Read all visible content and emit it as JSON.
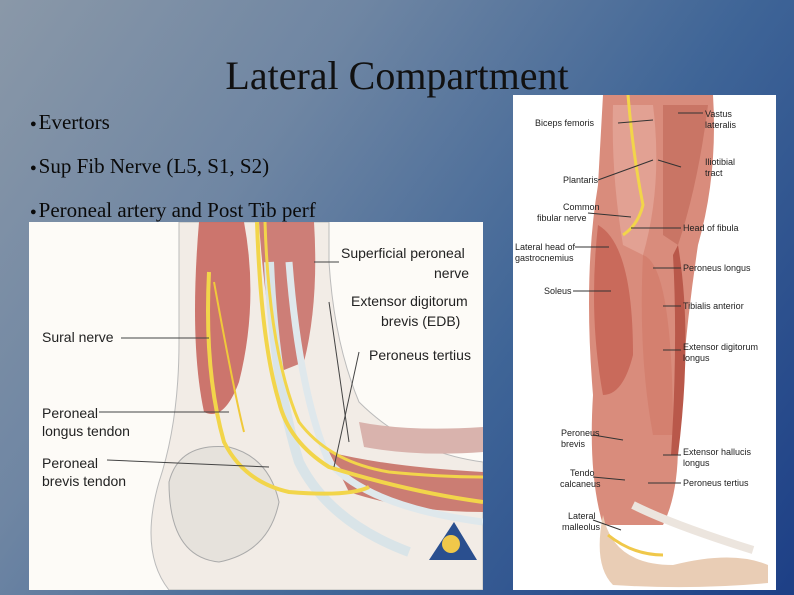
{
  "slide": {
    "title": "Lateral Compartment",
    "bullets": [
      "Evertors",
      "Sup Fib Nerve (L5, S1, S2)",
      "Peroneal artery and Post Tib perf"
    ],
    "bullet_glyph": "●"
  },
  "left_figure": {
    "labels": {
      "superficial_peroneal": [
        "Superficial peroneal",
        "nerve"
      ],
      "edb": [
        "Extensor digitorum",
        "brevis (EDB)"
      ],
      "peroneus_tertius": "Peroneus tertius",
      "sural_nerve": "Sural nerve",
      "peroneal_longus": [
        "Peroneal",
        "longus tendon"
      ],
      "peroneal_brevis": [
        "Peroneal",
        "brevis tendon"
      ]
    },
    "colors": {
      "nerve": "#f2d54a",
      "muscle": "#c8685f",
      "tendon": "#d9e4e8"
    }
  },
  "right_figure": {
    "labels": {
      "biceps_femoris": "Biceps femoris",
      "plantaris": "Plantaris",
      "common_fibular": [
        "Common",
        "fibular nerve"
      ],
      "lateral_head": [
        "Lateral head of",
        "gastrocnemius"
      ],
      "soleus": "Soleus",
      "peroneus_brevis": [
        "Peroneus",
        "brevis"
      ],
      "tendo_calcaneus": [
        "Tendo",
        "calcaneus"
      ],
      "lateral_malleolus": [
        "Lateral",
        "malleolus"
      ],
      "vastus_lateralis": [
        "Vastus",
        "lateralis"
      ],
      "iliotibial_tract": [
        "Iliotibial",
        "tract"
      ],
      "head_of_fibula": "Head of fibula",
      "peroneus_longus": "Peroneus longus",
      "tibialis_anterior": "Tibialis anterior",
      "ext_dig_longus": [
        "Extensor digitorum",
        "longus"
      ],
      "ext_hallucis_longus": [
        "Extensor hallucis",
        "longus"
      ],
      "peroneus_tertius": "Peroneus tertius"
    }
  }
}
